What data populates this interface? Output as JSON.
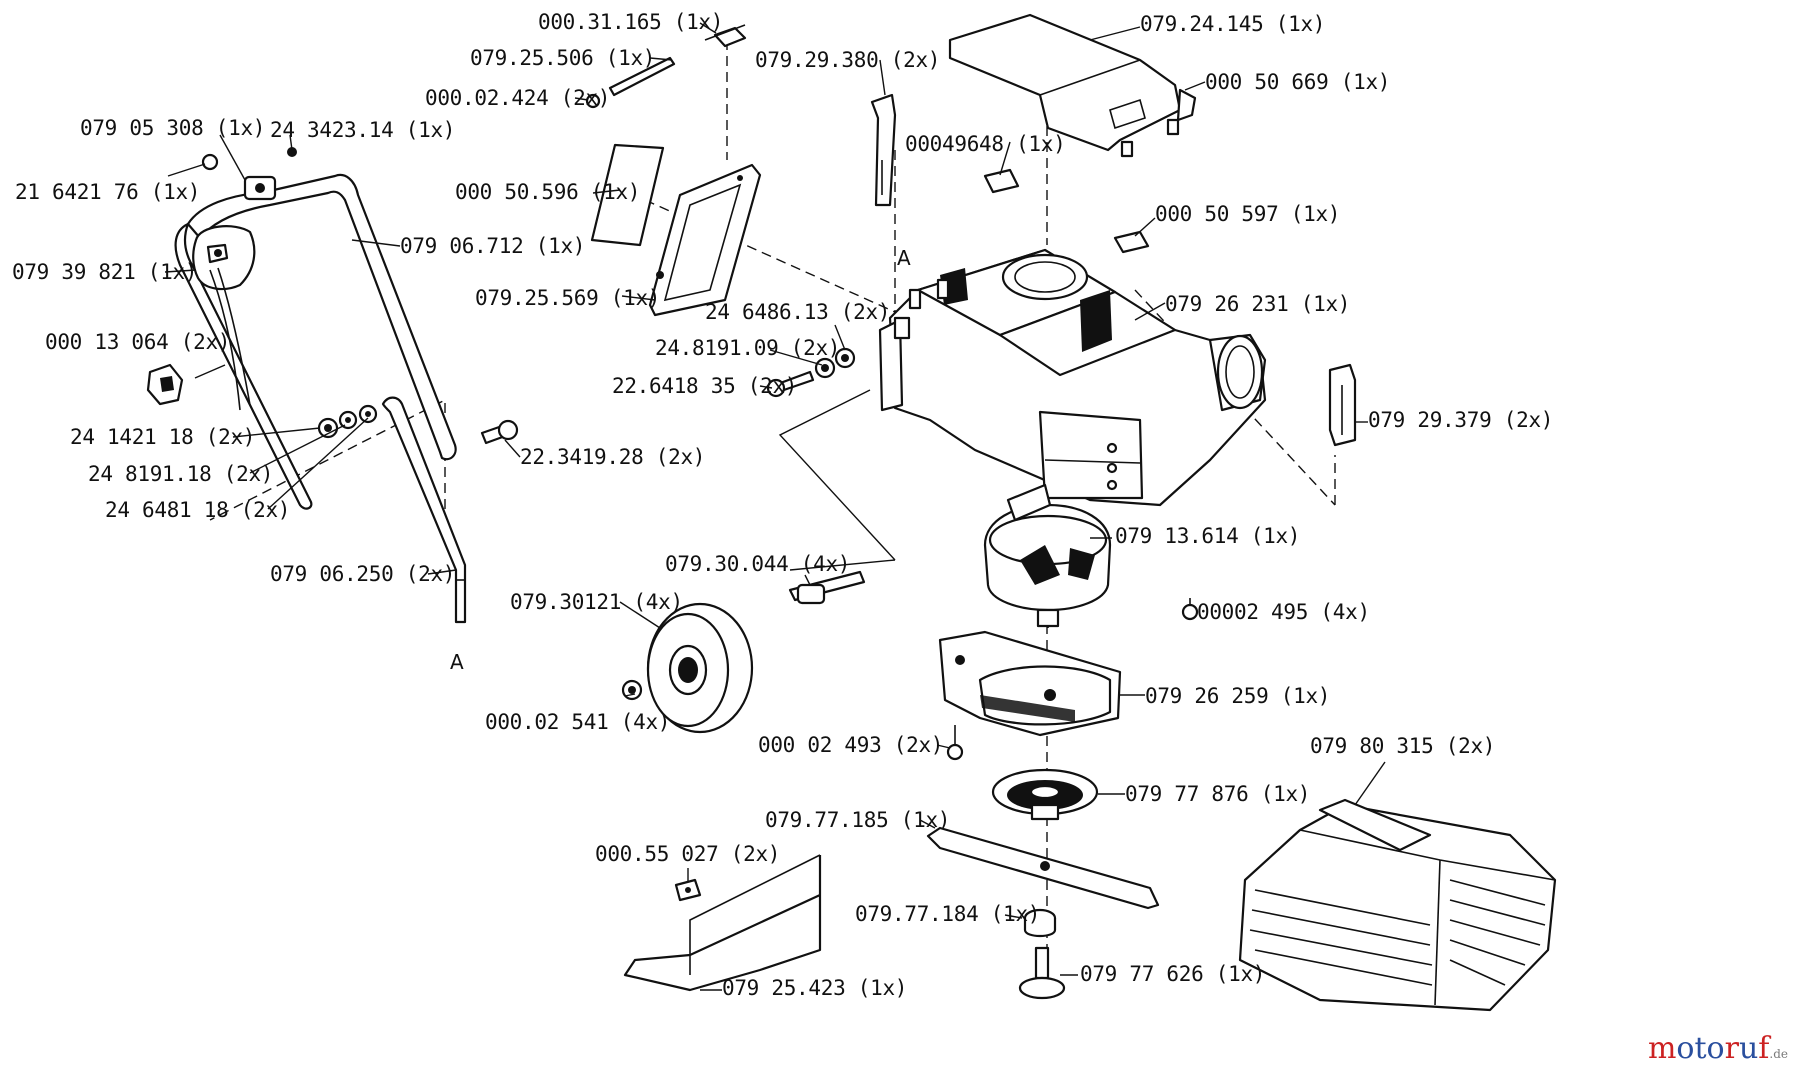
{
  "diagram": {
    "labels": [
      "000.31.165  (1x)",
      "079.25.506  (1x)",
      "000.02.424  (2x)",
      "079.29.380  (2x)",
      "079.24.145  (1x)",
      "000 50 669  (1x)",
      "079 05 308  (1x)",
      "24  3423.14  (1x)",
      "21 6421 76  (1x)",
      "000 50.596  (1x)",
      "00049648  (1x)",
      "079 06.712  (1x)",
      "000 50 597  (1x)",
      "079 39 821  (1x)",
      "079.25.569  (1x)",
      "24  6486.13  (2x)",
      "079 26 231  (1x)",
      "000 13 064  (2x)",
      "24.8191.09  (2x)",
      "22.6418 35  (2x)",
      "079 29.379  (2x)",
      "24  1421 18  (2x)",
      "22.3419.28  (2x)",
      "24  8191.18  (2x)",
      "24  6481 18  (2x)",
      "079 13.614  (1x)",
      "079.30.044  (4x)",
      "079 06.250  (2x)",
      "00002 495  (4x)",
      "079.30121  (4x)",
      "079 26 259  (1x)",
      "000.02 541  (4x)",
      "000 02 493  (2x)",
      "079 80 315  (2x)",
      "079.77.185  (1x)",
      "079 77 876  (1x)",
      "000.55 027  (2x)",
      "079.77.184  (1x)",
      "079 77 626  (1x)",
      "079 25.423  (1x)"
    ],
    "markers": [
      "A",
      "A"
    ]
  },
  "watermark": {
    "brand": "motoruf",
    "tld": ".de",
    "colors": {
      "red": "#cc2222",
      "blue": "#2a4f9e"
    }
  }
}
